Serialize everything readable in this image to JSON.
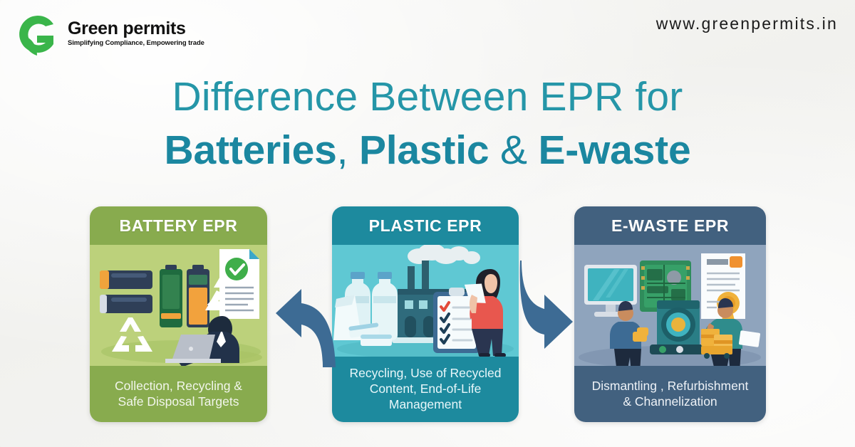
{
  "brand": {
    "logo_icon": "green-permits-g-logo",
    "name": "Green permits",
    "tagline": "Simplifying Compliance, Empowering trade",
    "logo_color": "#3ab54a"
  },
  "header": {
    "website": "www.greenpermits.in"
  },
  "title": {
    "line1": "Difference Between EPR for",
    "line2_part1": "Batteries",
    "line2_comma": ",",
    "line2_part2": "Plastic",
    "line2_amp": "&",
    "line2_part3": "E-waste",
    "color_line1": "#2596a8",
    "color_line2": "#1b87a0"
  },
  "cards": [
    {
      "id": "battery",
      "heading": "BATTERY EPR",
      "caption": "Collection, Recycling &\nSafe Disposal Targets",
      "header_color": "#88ab4e",
      "body_color": "#bcd17b",
      "illustration": "batteries-recycling-certificate-person-laptop"
    },
    {
      "id": "plastic",
      "heading": "PLASTIC EPR",
      "caption": "Recycling, Use of Recycled\nContent, End-of-Life\nManagement",
      "header_color": "#1d8a9e",
      "body_color": "#5fc8d3",
      "illustration": "plastic-bottles-bags-factory-woman-checklist"
    },
    {
      "id": "ewaste",
      "heading": "E-WASTE EPR",
      "caption": "Dismantling , Refurbishment\n& Channelization",
      "header_color": "#42617f",
      "body_color": "#8fa4bd",
      "illustration": "monitor-circuitboard-appliance-certificate-workers"
    }
  ],
  "arrows": [
    {
      "id": "left",
      "icon": "curved-arrow-up-icon",
      "direction": "up",
      "color": "#3d6b94"
    },
    {
      "id": "right",
      "icon": "curved-arrow-down-icon",
      "direction": "down",
      "color": "#3d6b94"
    }
  ],
  "background": {
    "color": "#f4f4f2",
    "texture": "crumpled-paper"
  }
}
